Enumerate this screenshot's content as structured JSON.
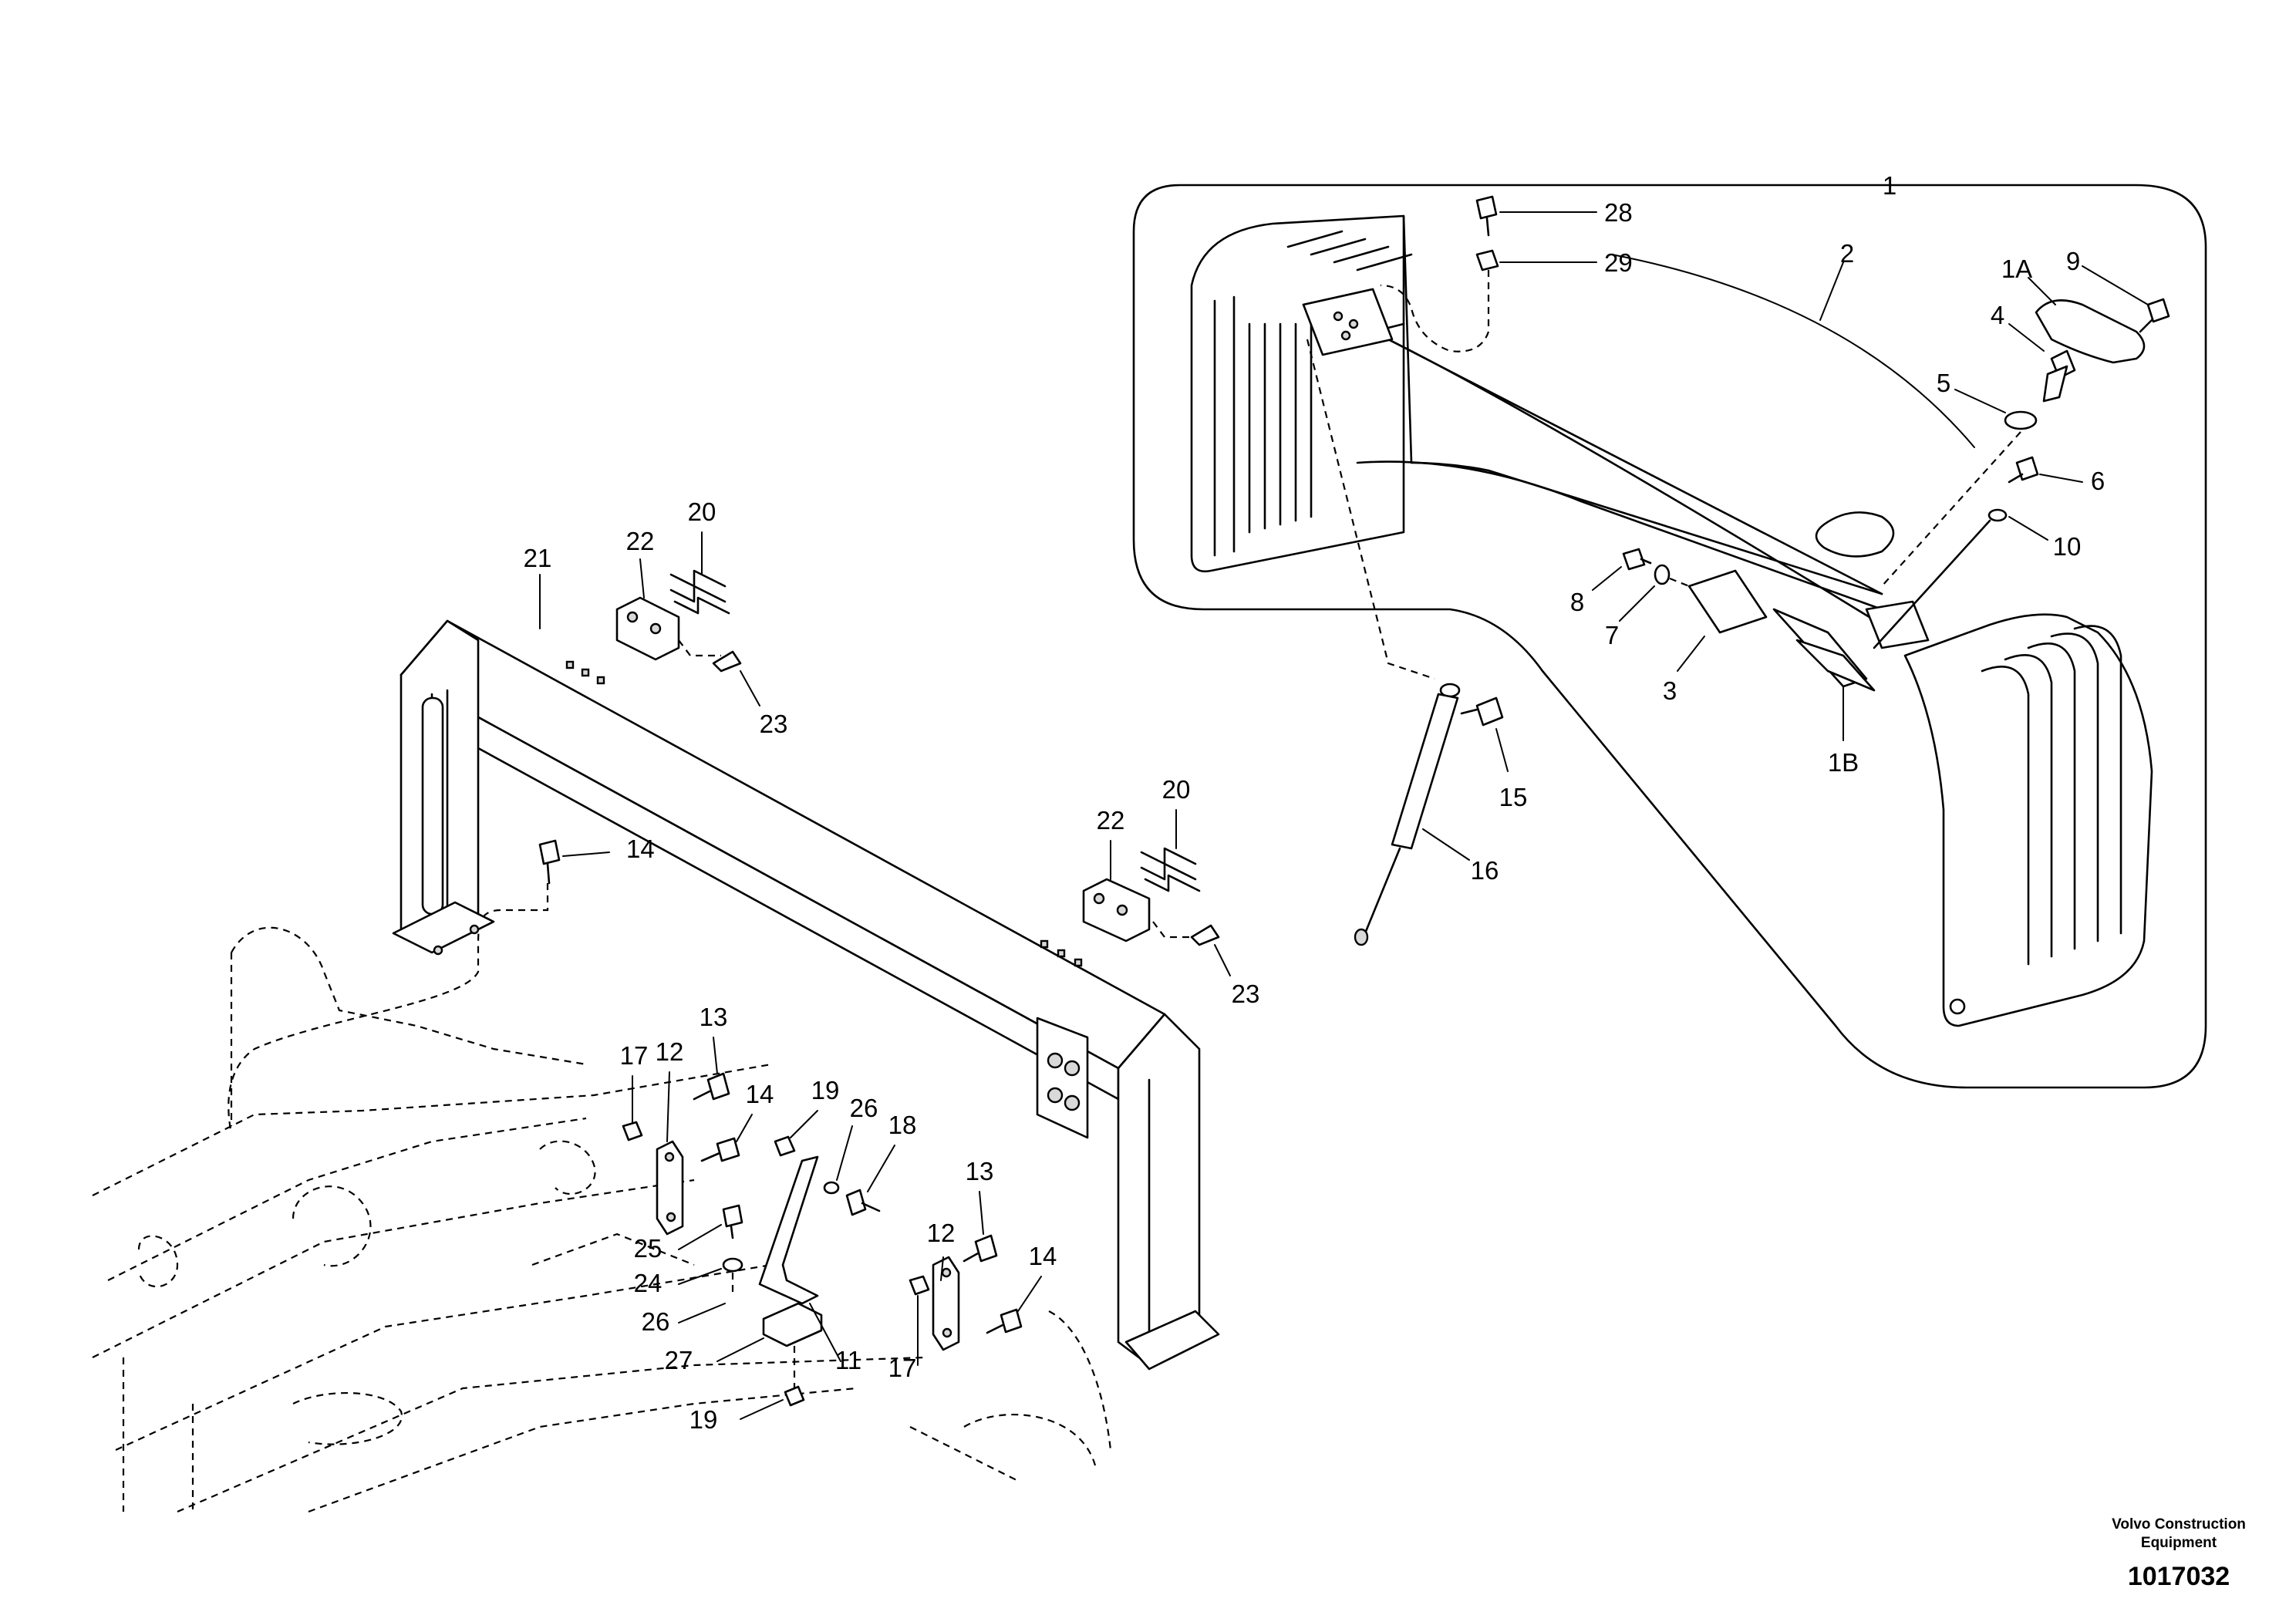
{
  "diagram": {
    "labels": [
      "1",
      "1A",
      "1B",
      "2",
      "3",
      "4",
      "5",
      "6",
      "7",
      "8",
      "9",
      "10",
      "11",
      "12",
      "13",
      "14",
      "15",
      "16",
      "17",
      "18",
      "19",
      "20",
      "21",
      "22",
      "23",
      "24",
      "25",
      "26",
      "27",
      "28",
      "29"
    ],
    "logo": {
      "line1": "Volvo Construction",
      "line2": "Equipment"
    },
    "document_number": "1017032"
  }
}
